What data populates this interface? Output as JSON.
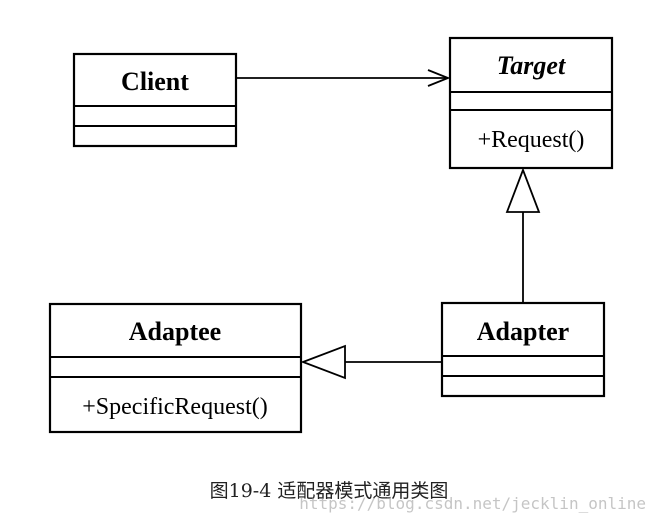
{
  "classes": {
    "client": {
      "name": "Client",
      "attributes": "",
      "methods": ""
    },
    "target": {
      "name": "Target",
      "attributes": "",
      "methods": "+Request()"
    },
    "adaptee": {
      "name": "Adaptee",
      "attributes": "",
      "methods": "+SpecificRequest()"
    },
    "adapter": {
      "name": "Adapter",
      "attributes": "",
      "methods": ""
    }
  },
  "relations": [
    {
      "from": "Client",
      "to": "Target",
      "type": "association"
    },
    {
      "from": "Adapter",
      "to": "Target",
      "type": "generalization"
    },
    {
      "from": "Adapter",
      "to": "Adaptee",
      "type": "generalization"
    }
  ],
  "caption": "图19-4 适配器模式通用类图",
  "watermark": "https://blog.csdn.net/jecklin_online"
}
